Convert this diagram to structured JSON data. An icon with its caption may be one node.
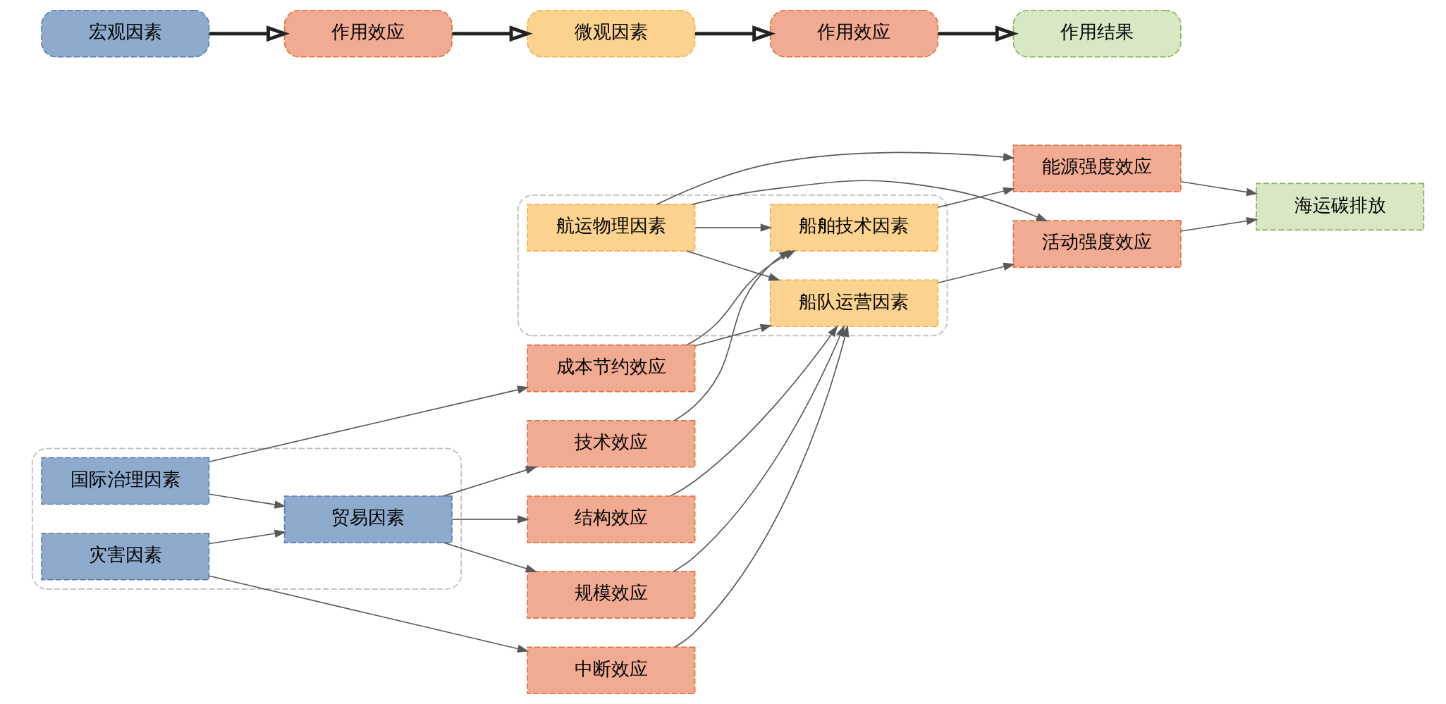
{
  "diagram": {
    "nodes": [
      {
        "text": [],
        "shape": "box"
      },
      {
        "text": [
          "国际治理因素"
        ],
        "in": 0
      },
      {
        "text": [
          "贸易因素"
        ],
        "in": 0
      },
      {
        "text": [
          "灾害因素"
        ],
        "in": 0
      },
      {
        "text": [
          "成本节约效应"
        ]
      },
      {
        "text": [
          "规模效应"
        ]
      },
      {
        "text": [
          "结构效应"
        ]
      },
      {
        "text": [
          "技术效应"
        ]
      },
      {
        "text": [
          "中断效应"
        ]
      },
      {
        "text": [],
        "shape": "box"
      },
      {
        "text": [
          "船舶技术因素"
        ],
        "in": 9
      },
      {
        "text": [
          "航运物理因素"
        ],
        "in": 9
      },
      {
        "text": [
          "船队运营因素"
        ],
        "in": 9
      },
      {
        "text": [
          "能源强度效应"
        ]
      },
      {
        "text": [
          "活动强度效应"
        ]
      },
      {
        "text": [
          "海运碳排放"
        ]
      },
      {
        "text": [
          "宏观因素"
        ]
      },
      {
        "text": [
          "作用效应"
        ]
      },
      {
        "text": [
          "微观因素"
        ]
      },
      {
        "text": [
          "作用效应"
        ]
      },
      {
        "text": [
          "作用结果"
        ]
      }
    ],
    "edges": [
      {
        "from": 1,
        "to": 4,
        "arrow": "to"
      },
      {
        "from": 1,
        "to": 2,
        "arrow": "to"
      },
      {
        "from": 3,
        "to": 2,
        "arrow": "to"
      },
      {
        "from": 3,
        "to": 8,
        "arrow": "to"
      },
      {
        "from": 2,
        "to": 5,
        "arrow": "to"
      },
      {
        "from": 2,
        "to": 6,
        "arrow": "to"
      },
      {
        "from": 2,
        "to": 7,
        "arrow": "to"
      },
      {
        "from": 4,
        "to": 10,
        "arrow": "to"
      },
      {
        "from": 4,
        "to": 12,
        "arrow": "to"
      },
      {
        "from": 5,
        "to": 12,
        "arrow": "to"
      },
      {
        "from": 6,
        "to": 12,
        "arrow": "to"
      },
      {
        "from": 7,
        "to": 10,
        "arrow": "to"
      },
      {
        "from": 8,
        "to": 12,
        "arrow": "to"
      },
      {
        "from": 11,
        "to": 10,
        "arrow": "to"
      },
      {
        "from": 11,
        "to": 12,
        "arrow": "to"
      },
      {
        "from": 10,
        "to": 13,
        "arrow": "to"
      },
      {
        "from": 11,
        "to": 13,
        "arrow": "to"
      },
      {
        "from": 11,
        "to": 14,
        "arrow": "to"
      },
      {
        "from": 12,
        "to": 14,
        "arrow": "to"
      },
      {
        "from": 13,
        "to": 15,
        "arrow": "to"
      },
      {
        "from": 14,
        "to": 15,
        "arrow": "to"
      },
      {
        "from": 16,
        "to": 17,
        "arrow": "to",
        "style": "thick"
      },
      {
        "from": 17,
        "to": 18,
        "arrow": "to",
        "style": "thick"
      },
      {
        "from": 18,
        "to": 19,
        "arrow": "to",
        "style": "thick"
      },
      {
        "from": 19,
        "to": 20,
        "arrow": "to",
        "style": "thick"
      }
    ]
  }
}
